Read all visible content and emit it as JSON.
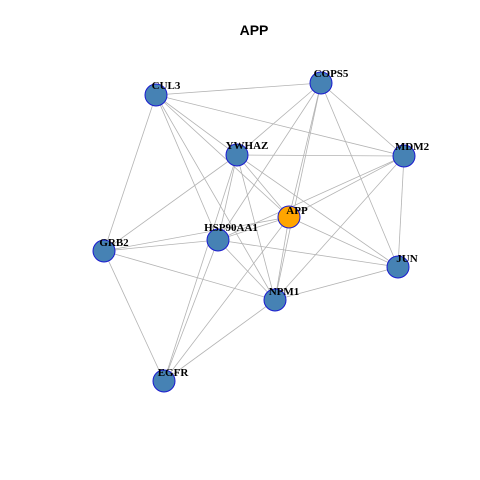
{
  "title": "APP",
  "colors": {
    "background": "#ffffff",
    "node_fill": "#4682b4",
    "node_border": "#1a1ad0",
    "center_fill": "#ffa500",
    "edge": "#b3b3b3"
  },
  "nodes": [
    {
      "id": "COPS5",
      "label": "COPS5",
      "center": false
    },
    {
      "id": "CUL3",
      "label": "CUL3",
      "center": false
    },
    {
      "id": "YWHAZ",
      "label": "YWHAZ",
      "center": false
    },
    {
      "id": "MDM2",
      "label": "MDM2",
      "center": false
    },
    {
      "id": "APP",
      "label": "APP",
      "center": true
    },
    {
      "id": "HSP90AA1",
      "label": "HSP90AA1",
      "center": false
    },
    {
      "id": "GRB2",
      "label": "GRB2",
      "center": false
    },
    {
      "id": "JUN",
      "label": "JUN",
      "center": false
    },
    {
      "id": "NPM1",
      "label": "NPM1",
      "center": false
    },
    {
      "id": "EGFR",
      "label": "EGFR",
      "center": false
    }
  ],
  "edges": [
    [
      "CUL3",
      "COPS5"
    ],
    [
      "CUL3",
      "YWHAZ"
    ],
    [
      "CUL3",
      "MDM2"
    ],
    [
      "CUL3",
      "APP"
    ],
    [
      "CUL3",
      "HSP90AA1"
    ],
    [
      "CUL3",
      "GRB2"
    ],
    [
      "CUL3",
      "NPM1"
    ],
    [
      "COPS5",
      "YWHAZ"
    ],
    [
      "COPS5",
      "APP"
    ],
    [
      "COPS5",
      "HSP90AA1"
    ],
    [
      "COPS5",
      "NPM1"
    ],
    [
      "COPS5",
      "JUN"
    ],
    [
      "COPS5",
      "MDM2"
    ],
    [
      "YWHAZ",
      "MDM2"
    ],
    [
      "YWHAZ",
      "APP"
    ],
    [
      "YWHAZ",
      "HSP90AA1"
    ],
    [
      "YWHAZ",
      "GRB2"
    ],
    [
      "YWHAZ",
      "NPM1"
    ],
    [
      "YWHAZ",
      "JUN"
    ],
    [
      "YWHAZ",
      "EGFR"
    ],
    [
      "MDM2",
      "APP"
    ],
    [
      "MDM2",
      "HSP90AA1"
    ],
    [
      "MDM2",
      "JUN"
    ],
    [
      "MDM2",
      "NPM1"
    ],
    [
      "APP",
      "HSP90AA1"
    ],
    [
      "APP",
      "GRB2"
    ],
    [
      "APP",
      "JUN"
    ],
    [
      "APP",
      "NPM1"
    ],
    [
      "APP",
      "EGFR"
    ],
    [
      "HSP90AA1",
      "GRB2"
    ],
    [
      "HSP90AA1",
      "NPM1"
    ],
    [
      "HSP90AA1",
      "EGFR"
    ],
    [
      "HSP90AA1",
      "JUN"
    ],
    [
      "GRB2",
      "NPM1"
    ],
    [
      "GRB2",
      "EGFR"
    ],
    [
      "NPM1",
      "JUN"
    ],
    [
      "NPM1",
      "EGFR"
    ]
  ]
}
